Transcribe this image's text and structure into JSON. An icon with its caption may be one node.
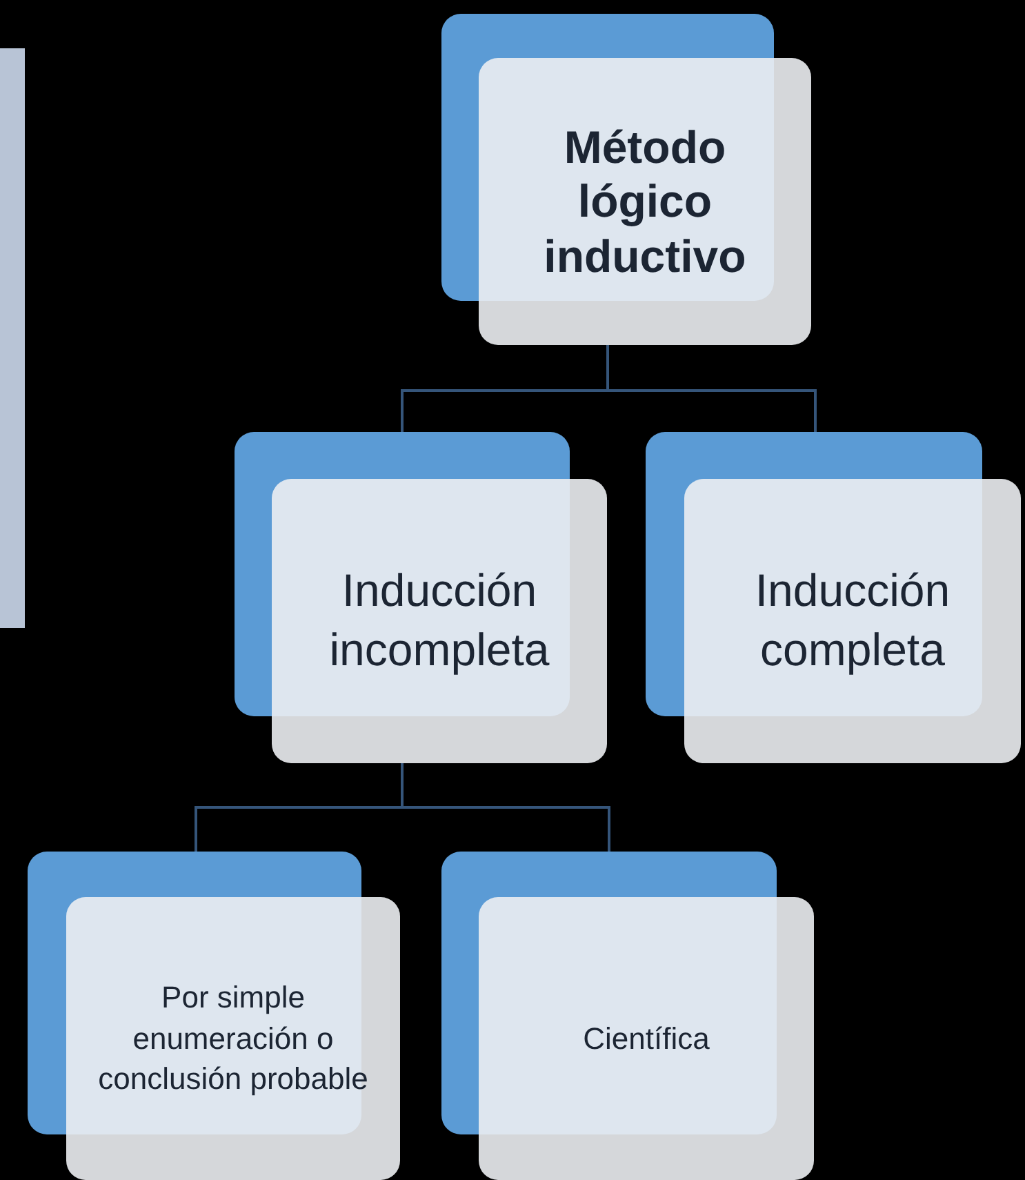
{
  "diagram": {
    "nodes": [
      {
        "text": [
          "Método lógico inductivo"
        ]
      },
      {
        "text": [
          "Inducción incompleta"
        ]
      },
      {
        "text": [
          "Inducción completa"
        ]
      },
      {
        "text": [
          "Por simple enumeración o conclusión probable"
        ]
      },
      {
        "text": [
          "Científica"
        ]
      }
    ],
    "edges": [
      {
        "from": 0,
        "to": 1,
        "arrow": "none"
      },
      {
        "from": 0,
        "to": 2,
        "arrow": "none"
      },
      {
        "from": 1,
        "to": 3,
        "arrow": "none"
      },
      {
        "from": 1,
        "to": 4,
        "arrow": "none"
      }
    ]
  }
}
